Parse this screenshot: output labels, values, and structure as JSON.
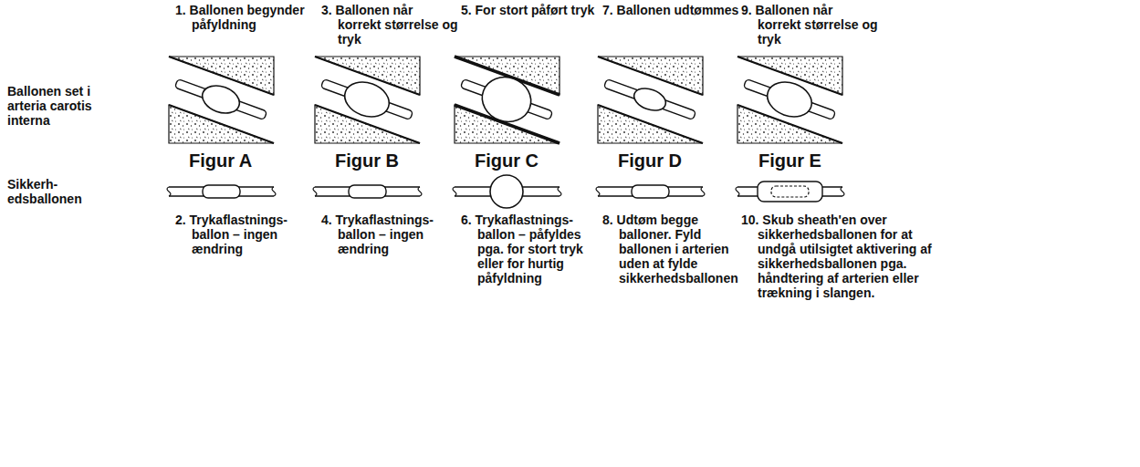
{
  "diagram": {
    "labels": [
      "1. Ballonen begynder påfyldning",
      "3. Ballonen når korrekt størrelse og tryk",
      "5. For stort påført tryk",
      "7. Ballonen udtømmes",
      "9. Ballonen når korrekt størrelse og tryk",
      "Ballonen set i arteria carotis interna",
      "Figur A",
      "Figur B",
      "Figur C",
      "Figur D",
      "Figur E",
      "Sikkerh- edsballonen",
      "2. Trykaflastnings- ballon – ingen ændring",
      "4. Trykaflastnings- ballon – ingen ændring",
      "6. Trykaflastnings- ballon – påfyldes pga. for stort tryk eller for hurtig påfyldning",
      "8. Udtøm begge balloner. Fyld ballonen i arterien uden at fylde sikkerhedsballonen",
      "10. Skub sheath'en over sikkerhedsballonen for at undgå utilsigtet aktivering af sikkerhedsballonen pga. håndtering af arterien eller trækning i slangen."
    ]
  }
}
